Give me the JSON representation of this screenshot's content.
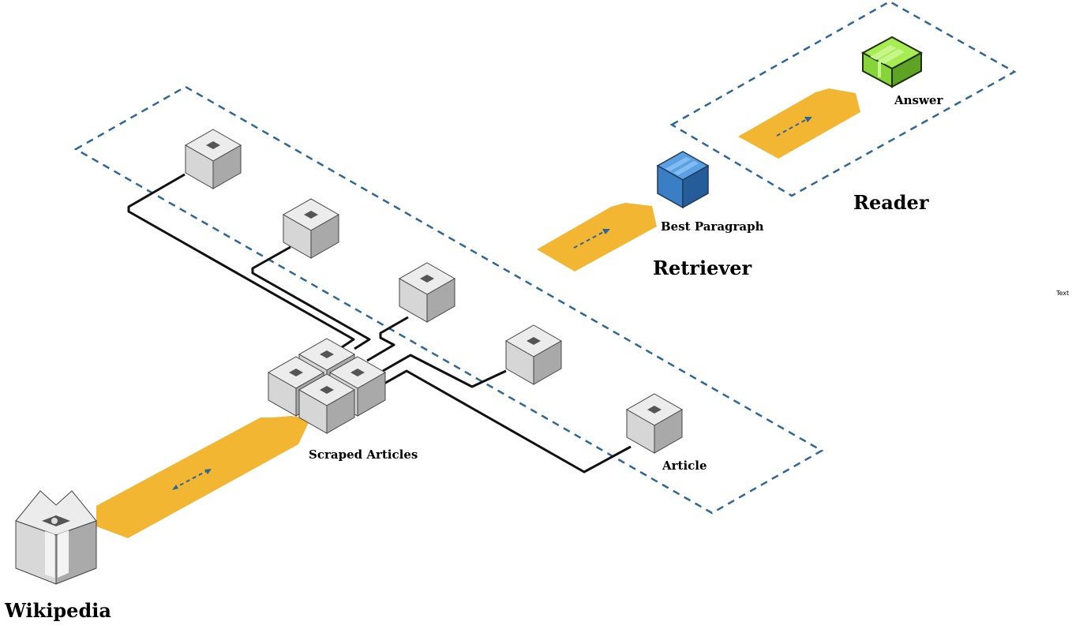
{
  "labels": {
    "wikipedia": "Wikipedia",
    "scraped_articles": "Scraped Articles",
    "article": "Article",
    "retriever": "Retriever",
    "best_paragraph": "Best Paragraph",
    "reader": "Reader",
    "answer": "Answer",
    "text": "Text"
  },
  "icons": {
    "source": "wikipedia-server-icon",
    "article_cube": "article-cube-icon",
    "paragraph_cube": "best-paragraph-cube-icon",
    "answer_cube": "answer-cube-icon"
  },
  "colors": {
    "arrow": "#f2b632",
    "dashed_box": "#2f6698",
    "cube_gray": "#d6d6d6",
    "paragraph_blue": "#2f76c1",
    "answer_green": "#7fd12f"
  }
}
